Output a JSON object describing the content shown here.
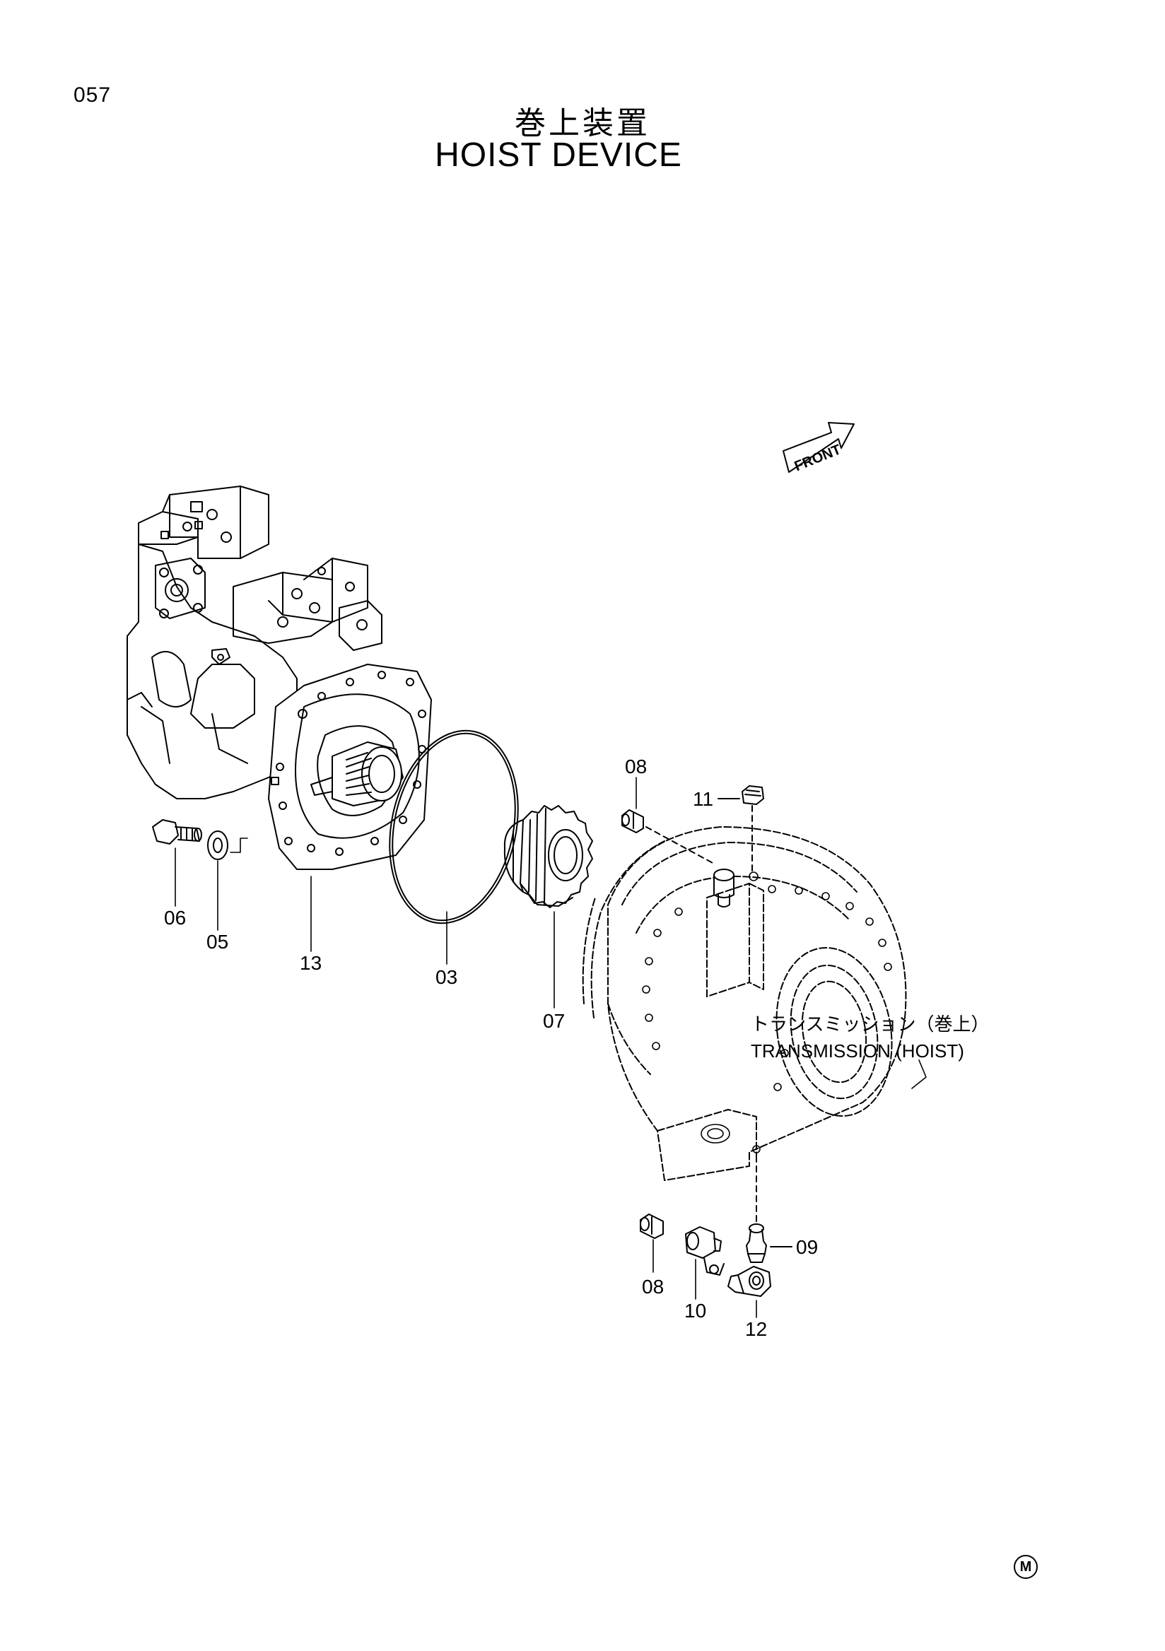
{
  "page": {
    "number": "057"
  },
  "title": {
    "japanese": "巻上装置",
    "english": "HOIST  DEVICE"
  },
  "front_marker": {
    "label": "FRONT"
  },
  "labels": {
    "p03": "03",
    "p05": "05",
    "p06": "06",
    "p07": "07",
    "p08a": "08",
    "p08b": "08",
    "p09": "09",
    "p10": "10",
    "p11": "11",
    "p12": "12",
    "p13": "13"
  },
  "transmission_note": {
    "japanese": "トランスミッション（巻上）",
    "english": "TRANSMISSION  (HOIST)"
  },
  "corner_mark": {
    "symbol": "M"
  }
}
